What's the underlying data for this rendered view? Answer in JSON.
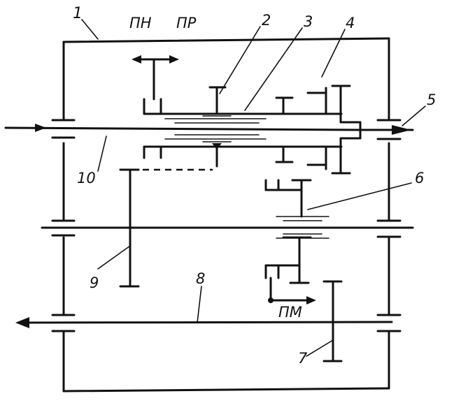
{
  "diagram": {
    "callouts": {
      "n1": "1",
      "n2": "2",
      "n3": "3",
      "n4": "4",
      "n5": "5",
      "n6": "6",
      "n7": "7",
      "n8": "8",
      "n9": "9",
      "n10": "10"
    },
    "mode_labels": {
      "pn": "ПН",
      "pr": "ПР",
      "pm": "ПМ"
    }
  }
}
